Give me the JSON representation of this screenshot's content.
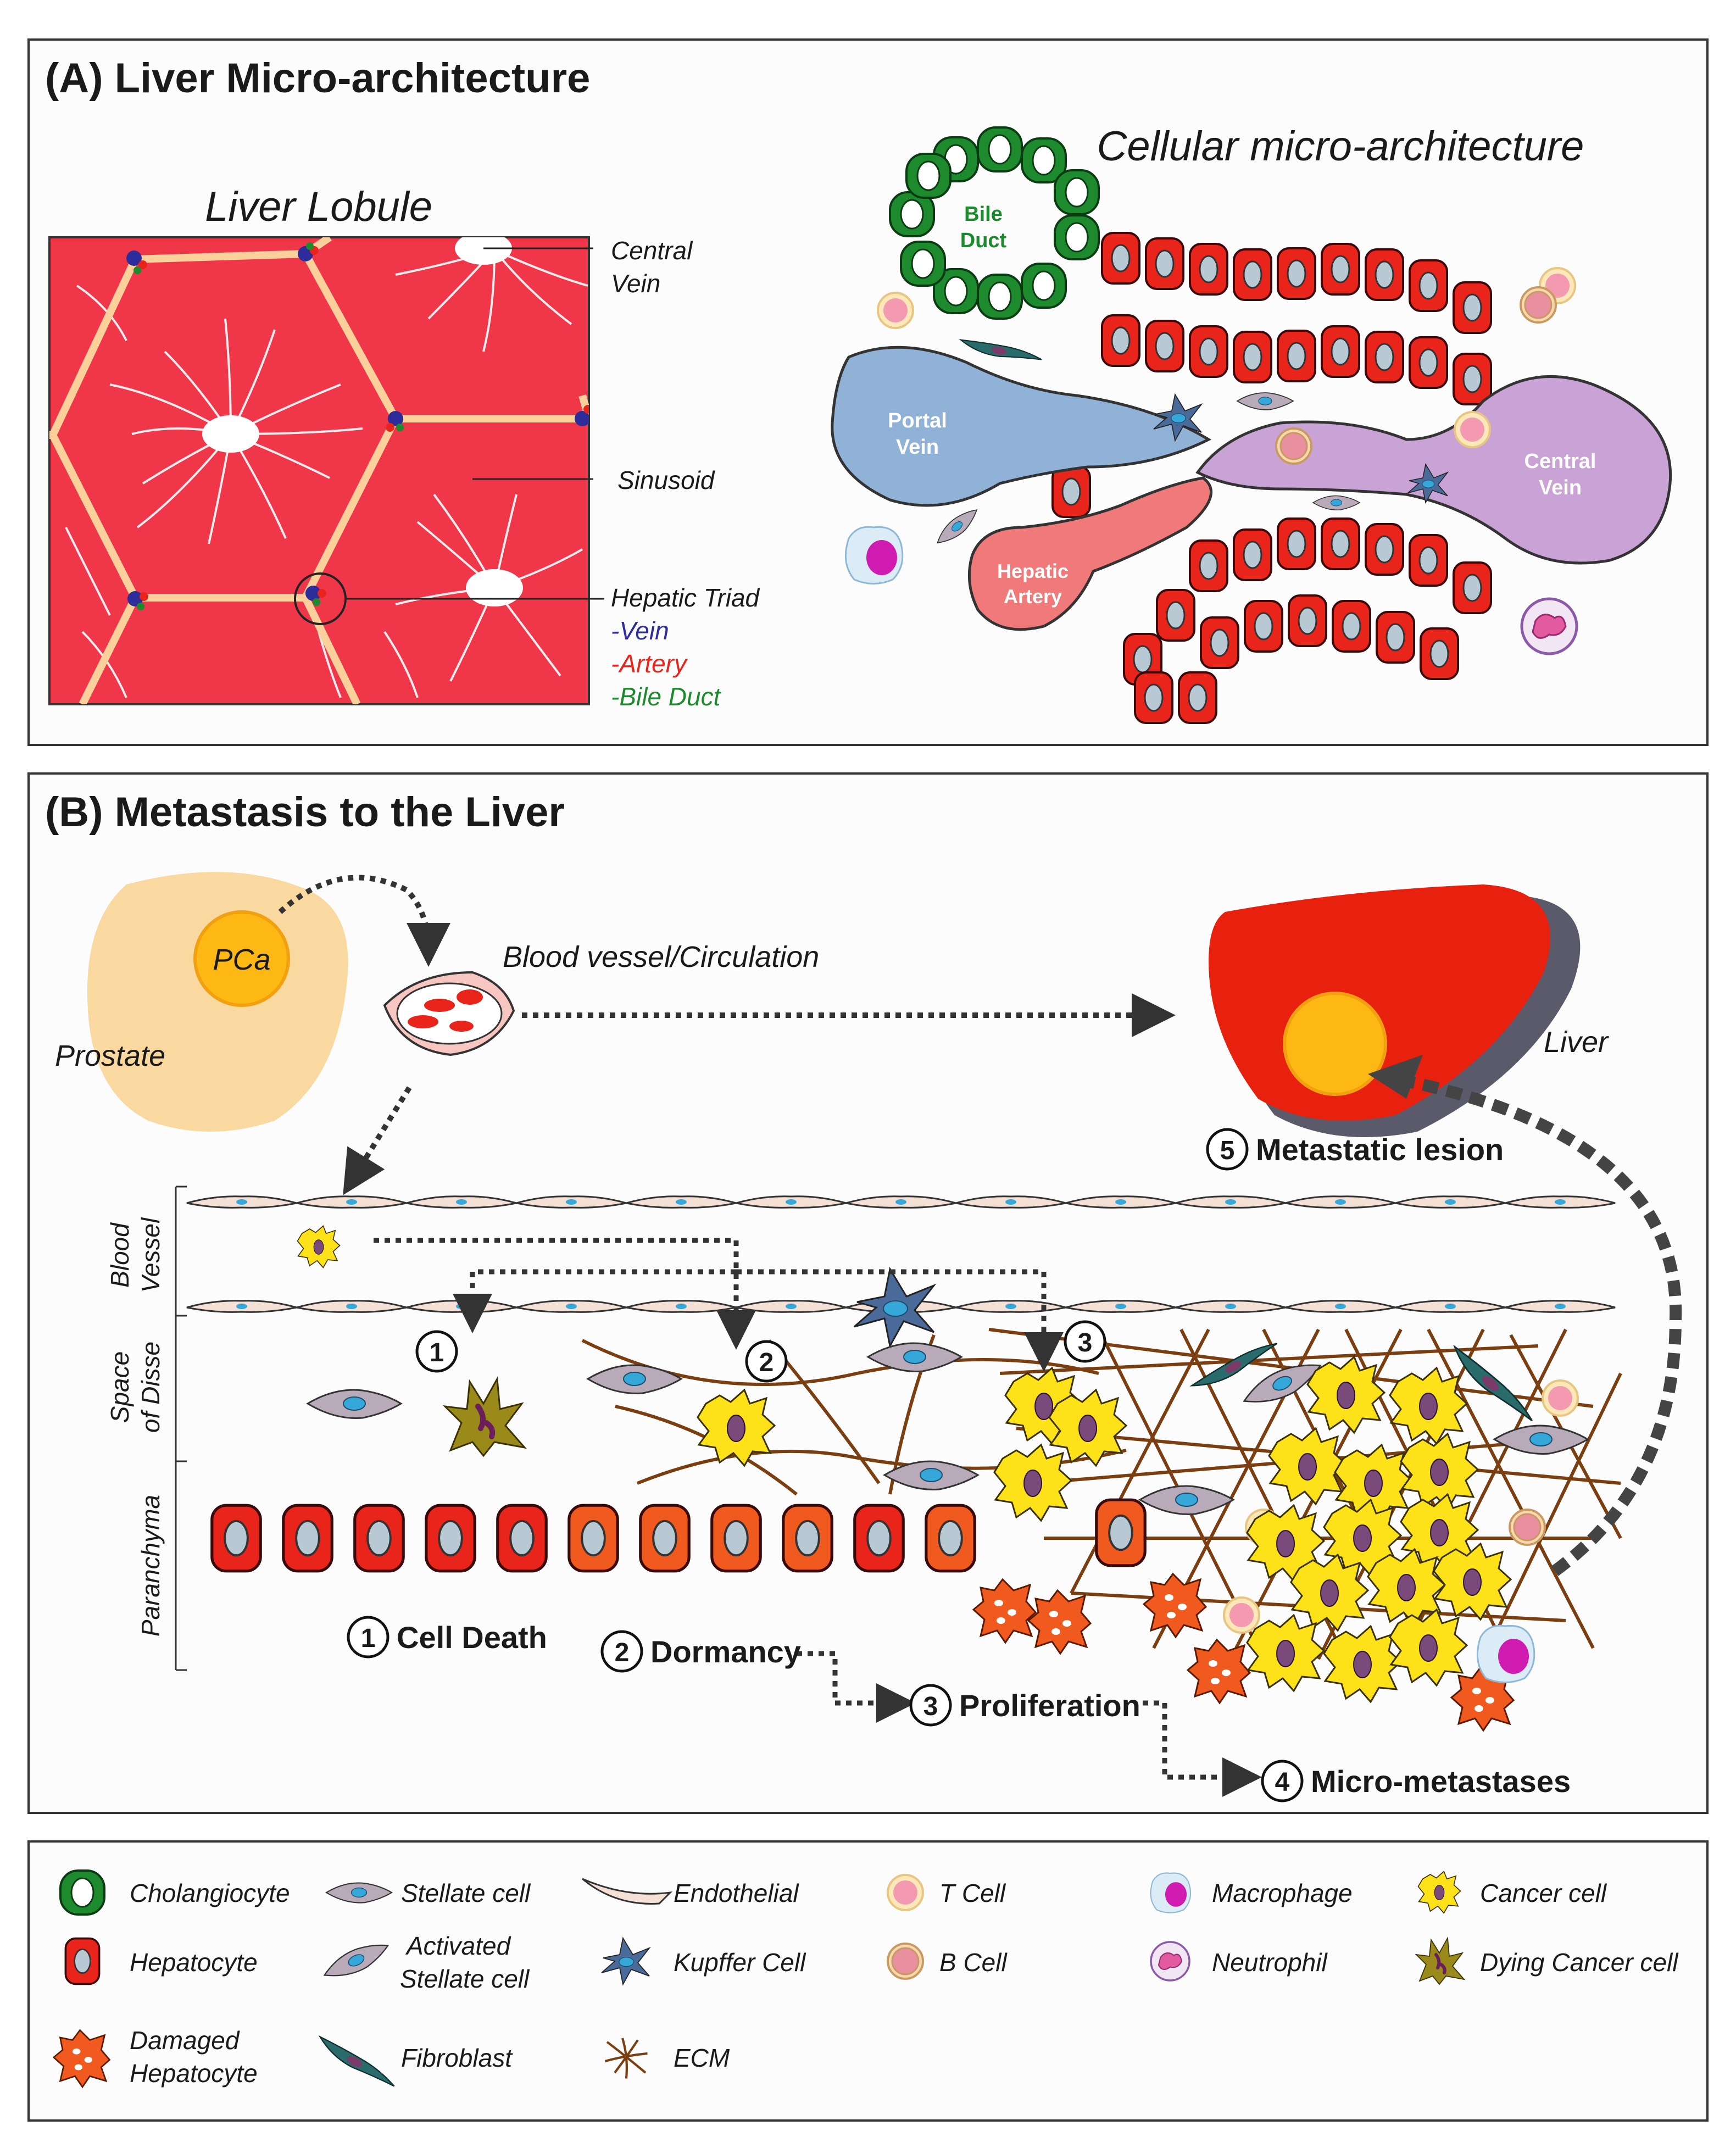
{
  "panel_a": {
    "title": "(A) Liver Micro-architecture",
    "lobule_title": "Liver Lobule",
    "cellular_title": "Cellular micro-architecture",
    "labels": {
      "central_vein_1": "Central",
      "central_vein_2": "Vein",
      "sinusoid": "Sinusoid",
      "hepatic_triad": "Hepatic Triad",
      "triad_vein": "-Vein",
      "triad_artery": "-Artery",
      "triad_bile_duct": "-Bile Duct",
      "bile_duct_1": "Bile",
      "bile_duct_2": "Duct",
      "portal_vein_1": "Portal",
      "portal_vein_2": "Vein",
      "hepatic_artery_1": "Hepatic",
      "hepatic_artery_2": "Artery",
      "central_vein_r1": "Central",
      "central_vein_r2": "Vein"
    }
  },
  "panel_b": {
    "title": "(B) Metastasis to the Liver",
    "pca": "PCa",
    "prostate": "Prostate",
    "blood_vessel_circulation": "Blood vessel/Circulation",
    "liver": "Liver",
    "side_labels": {
      "blood_vessel_1": "Blood",
      "blood_vessel_2": "Vessel",
      "space_disse_1": "Space",
      "space_disse_2": "of Disse",
      "parenchyma": "Paranchyma"
    },
    "markers": [
      "1",
      "2",
      "3"
    ],
    "steps": [
      {
        "num": "1",
        "label": "Cell Death"
      },
      {
        "num": "2",
        "label": "Dormancy"
      },
      {
        "num": "3",
        "label": "Proliferation"
      },
      {
        "num": "4",
        "label": "Micro-metastases"
      },
      {
        "num": "5",
        "label": "Metastatic lesion"
      }
    ]
  },
  "legend": {
    "items": [
      {
        "icon": "cholangiocyte-icon",
        "label": "Cholangiocyte"
      },
      {
        "icon": "stellate-cell-icon",
        "label": "Stellate cell"
      },
      {
        "icon": "endothelial-icon",
        "label": "Endothelial"
      },
      {
        "icon": "t-cell-icon",
        "label": "T Cell"
      },
      {
        "icon": "macrophage-icon",
        "label": "Macrophage"
      },
      {
        "icon": "cancer-cell-icon",
        "label": "Cancer cell"
      },
      {
        "icon": "hepatocyte-icon",
        "label": "Hepatocyte"
      },
      {
        "icon": "activated-stellate-icon",
        "label_1": "Activated",
        "label_2": "Stellate cell"
      },
      {
        "icon": "kupffer-cell-icon",
        "label": "Kupffer Cell"
      },
      {
        "icon": "b-cell-icon",
        "label": "B Cell"
      },
      {
        "icon": "neutrophil-icon",
        "label": "Neutrophil"
      },
      {
        "icon": "dying-cancer-cell-icon",
        "label": "Dying Cancer cell"
      },
      {
        "icon": "damaged-hepatocyte-icon",
        "label_1": "Damaged",
        "label_2": "Hepatocyte"
      },
      {
        "icon": "fibroblast-icon",
        "label": "Fibroblast"
      },
      {
        "icon": "ecm-icon",
        "label": "ECM"
      }
    ]
  },
  "colors": {
    "lobule_red": "#f0374a",
    "hepatocyte": "#e8241b",
    "damaged_hepatocyte": "#f05a1e",
    "cholangiocyte": "#1e8a2e",
    "portal_vein": "#8fb2d6",
    "central_vein": "#c9a2d6",
    "hepatic_artery": "#f07a7a",
    "cancer": "#fde21a",
    "stellate": "#b8aab8",
    "nucleus_blue": "#35a7d8",
    "kupffer": "#4a6b9a",
    "fibroblast": "#2a6b6b",
    "ecm": "#7a3e10",
    "triad_vein": "#2c2c9a",
    "triad_artery": "#e8241b",
    "triad_bile": "#1e8a2e",
    "prostate": "#fad9a0",
    "pca": "#fdb813",
    "liver": "#e8200e"
  }
}
